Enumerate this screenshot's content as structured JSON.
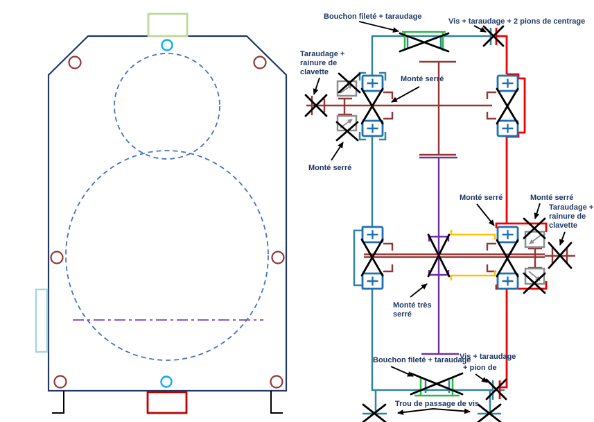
{
  "diagram": {
    "labels": {
      "bouchon_filete_taraudage": "Bouchon fileté + taraudage",
      "vis_taraudage_2_pions": "Vis + taraudage + 2 pions de centrage",
      "taraudage_line1": "Taraudage +",
      "taraudage_line2": "rainure de",
      "taraudage_line3": "clavette",
      "monte_serre": "Monté serré",
      "monte_tres_serre_line1": "Monté très",
      "monte_tres_serre_line2": "serré",
      "vis_taraudage_line1": "Vis + taraudage",
      "vis_taraudage_line2": "+ pion de",
      "trou_de_passage": "Trou de passage de vis"
    },
    "colors": {
      "outline_navy": "#1f3864",
      "gear_circle_blue": "#4472c4",
      "axis_purple": "#8a5bcd",
      "accent_cyan": "#00b0f0",
      "hole_brown_red": "#943634",
      "cover_pale_green": "#c3d69b",
      "cover_pale_blue": "#a6d2e2",
      "cover_red": "#c00000",
      "housing_teal": "#31859b",
      "fastener_red": "#f20000",
      "shaft_brown": "#943634",
      "bearing_blue": "#1f6fb5",
      "seal_gray": "#8c8e90",
      "plug_green": "#2eb84a",
      "hub_yellow": "#ffc000",
      "gear_purple": "#7030a0",
      "label_navy": "#1f3864"
    }
  }
}
